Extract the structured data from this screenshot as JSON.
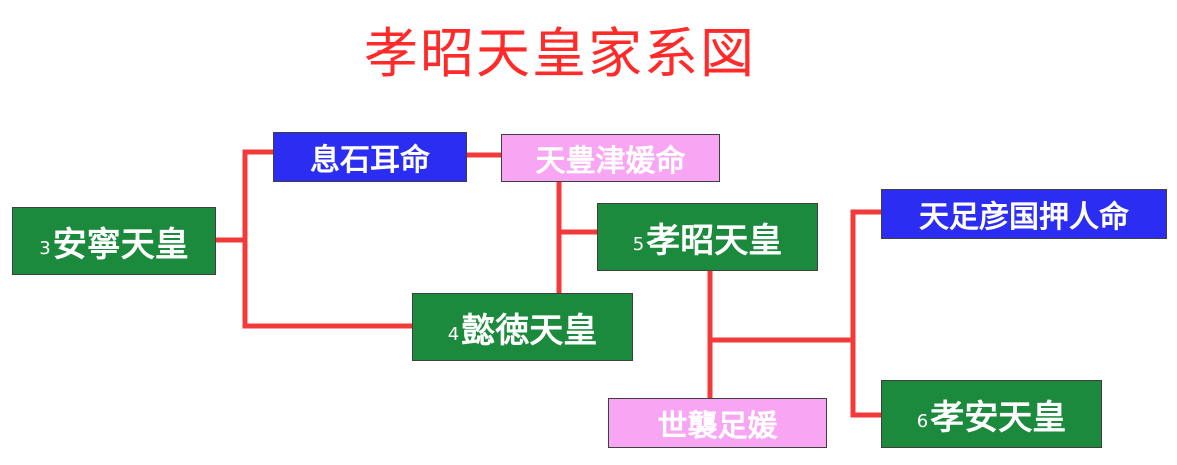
{
  "title": "孝昭天皇家系図",
  "colors": {
    "title": "#ff2a2a",
    "line": "#f23a3a",
    "emperor_box": "#1b8a3c",
    "prince_box": "#2b2df2",
    "consort_box": "#f8a6f4"
  },
  "nodes": {
    "annei": {
      "number": "3",
      "name": "安寧天皇"
    },
    "okiso": {
      "name": "息石耳命"
    },
    "toyotsu": {
      "name": "天豊津媛命"
    },
    "itoku": {
      "number": "4",
      "name": "懿徳天皇"
    },
    "kosho": {
      "number": "5",
      "name": "孝昭天皇"
    },
    "yoso": {
      "name": "世襲足媛"
    },
    "tarashi": {
      "name": "天足彦国押人命"
    },
    "koan": {
      "number": "6",
      "name": "孝安天皇"
    }
  }
}
